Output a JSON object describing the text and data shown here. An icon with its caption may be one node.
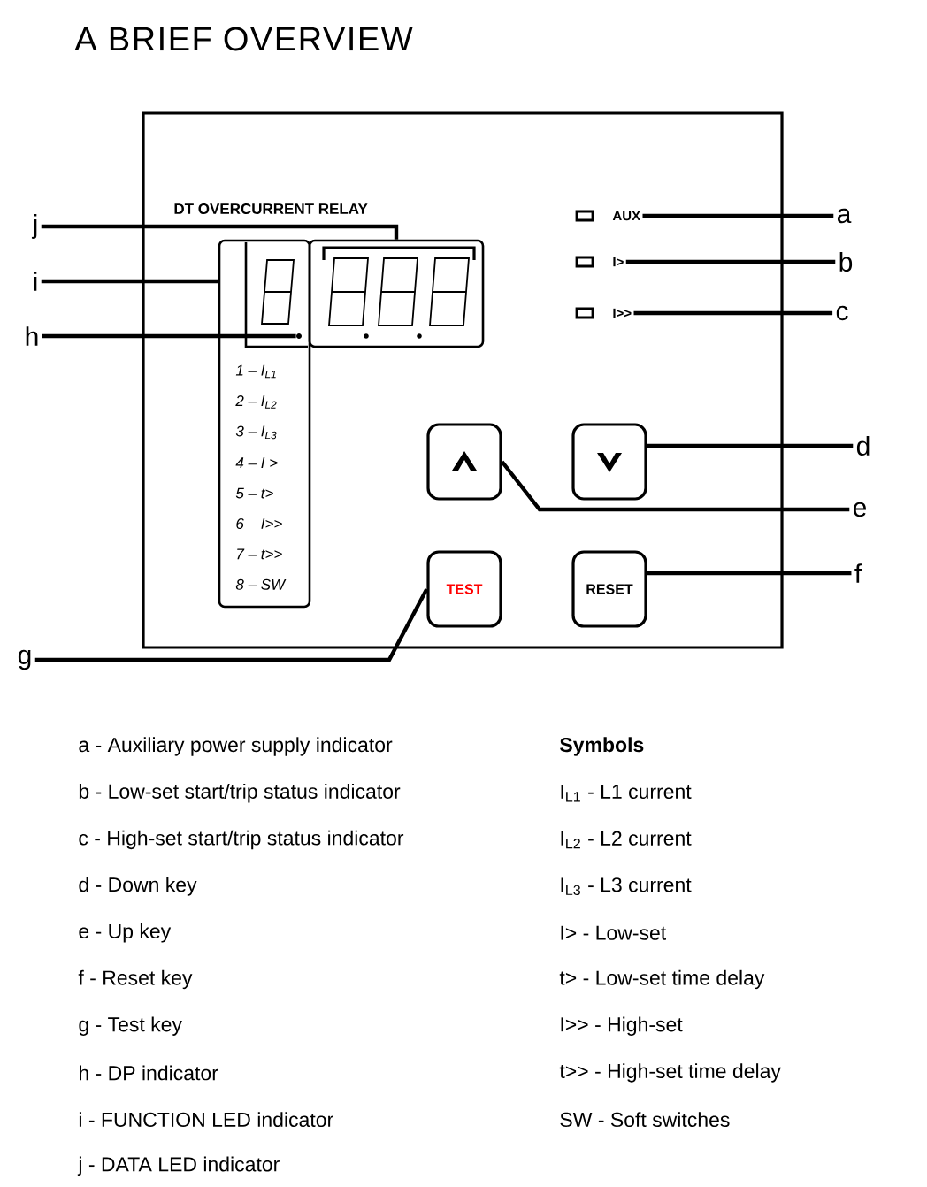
{
  "diagram": {
    "title": "A BRIEF OVERVIEW",
    "nodes": [
      {
        "text": [
          "DT OVERCURRENT RELAY"
        ]
      },
      {
        "text": [
          "AUX"
        ],
        "in": 0
      },
      {
        "text": [
          "I>"
        ],
        "in": 0
      },
      {
        "text": [
          "I>>"
        ],
        "in": 0
      },
      {
        "text": [
          "1 – I$_{L1}$",
          "2 – I$_{L2}$",
          "3 – I$_{L3}$",
          "4 – I >",
          "5 – t>",
          "6 – I>>",
          "7 – t>>",
          "8 – SW"
        ],
        "in": 0
      },
      {
        "text": [],
        "shape": "box",
        "in": 0
      },
      {
        "text": [],
        "shape": "circle",
        "in": 4
      },
      {
        "text": [],
        "shape": "box",
        "in": 0
      },
      {
        "text": [],
        "shape": "box",
        "in": 0
      },
      {
        "text": [
          "TEST"
        ],
        "in": 0
      },
      {
        "text": [
          "RESET"
        ],
        "in": 0
      },
      {
        "text": [
          "a"
        ]
      },
      {
        "text": [
          "b"
        ]
      },
      {
        "text": [
          "c"
        ]
      },
      {
        "text": [
          "d"
        ]
      },
      {
        "text": [
          "e"
        ]
      },
      {
        "text": [
          "f"
        ]
      },
      {
        "text": [
          "g"
        ]
      },
      {
        "text": [
          "h"
        ]
      },
      {
        "text": [
          "i"
        ]
      },
      {
        "text": [
          "j"
        ]
      }
    ],
    "edges": [
      {
        "from": 11,
        "to": 1,
        "arrow": "none"
      },
      {
        "from": 12,
        "to": 2,
        "arrow": "none"
      },
      {
        "from": 13,
        "to": 3,
        "arrow": "none"
      },
      {
        "from": 14,
        "to": 8,
        "arrow": "none"
      },
      {
        "from": 15,
        "to": 7,
        "arrow": "none"
      },
      {
        "from": 16,
        "to": 10,
        "arrow": "none"
      },
      {
        "from": 17,
        "to": 9,
        "arrow": "none"
      },
      {
        "from": 18,
        "to": 6,
        "arrow": "none"
      },
      {
        "from": 19,
        "to": 4,
        "arrow": "none"
      },
      {
        "from": 20,
        "to": 5,
        "arrow": "none"
      }
    ],
    "labels": [
      "a - Auxiliary power supply indicator",
      "b - Low-set start/trip status indicator",
      "c - High-set start/trip status indicator",
      "d - Down key",
      "e - Up key",
      "f - Reset key",
      "g - Test key",
      "h - DP indicator",
      "i - FUNCTION LED indicator",
      "j - DATA LED indicator",
      "Symbols",
      "I$_{L1}$ - L1 current",
      "I$_{L2}$ - L2 current",
      "I$_{L3}$ - L3 current",
      "I> - Low-set",
      "t> - Low-set time delay",
      "I>> - High-set",
      "t>> - High-set time delay",
      "SW - Soft switches"
    ]
  }
}
